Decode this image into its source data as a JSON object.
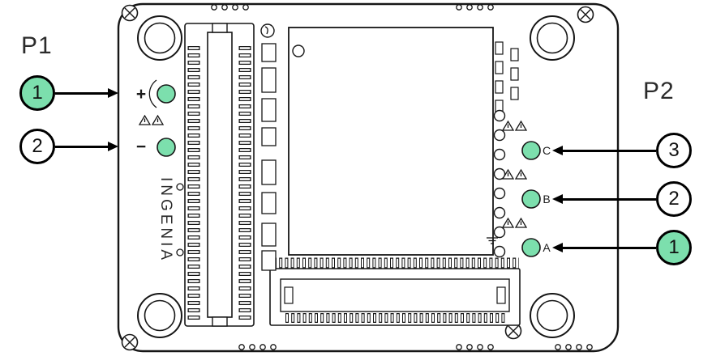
{
  "colors": {
    "highlight_green": "#7CDFAD",
    "line": "#161616"
  },
  "board": {
    "brand": "INGENIA"
  },
  "p1": {
    "title": "P1",
    "items": [
      {
        "number": "1",
        "pad_symbol": "+",
        "highlighted": true
      },
      {
        "number": "2",
        "pad_symbol": "−",
        "highlighted": false
      }
    ]
  },
  "p2": {
    "title": "P2",
    "items": [
      {
        "number": "3",
        "pad_letter": "C",
        "highlighted": false
      },
      {
        "number": "2",
        "pad_letter": "B",
        "highlighted": false
      },
      {
        "number": "1",
        "pad_letter": "A",
        "highlighted": true
      }
    ]
  }
}
